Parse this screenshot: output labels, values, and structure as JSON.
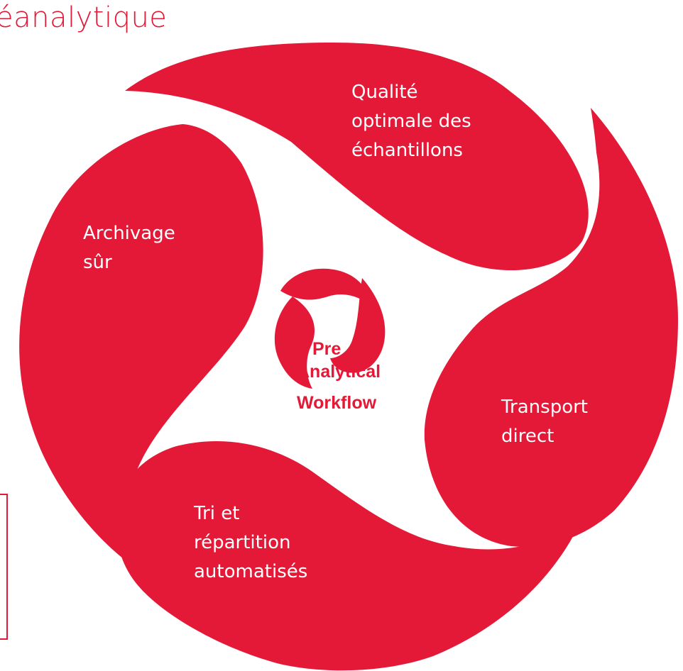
{
  "title": "éanalytique",
  "colors": {
    "accent": "#e31937",
    "title": "#e31937",
    "label": "#ffffff"
  },
  "petals": [
    {
      "id": "quality",
      "lines": [
        "Qualité",
        "optimale des",
        "échantillons"
      ]
    },
    {
      "id": "archive",
      "lines": [
        "Archivage",
        "sûr"
      ]
    },
    {
      "id": "transport",
      "lines": [
        "Transport",
        "direct"
      ]
    },
    {
      "id": "sorting",
      "lines": [
        "Tri et",
        "répartition",
        "automatisés"
      ]
    }
  ],
  "logo": {
    "lines": [
      "Pre",
      "Analytical",
      "Workflow"
    ]
  }
}
